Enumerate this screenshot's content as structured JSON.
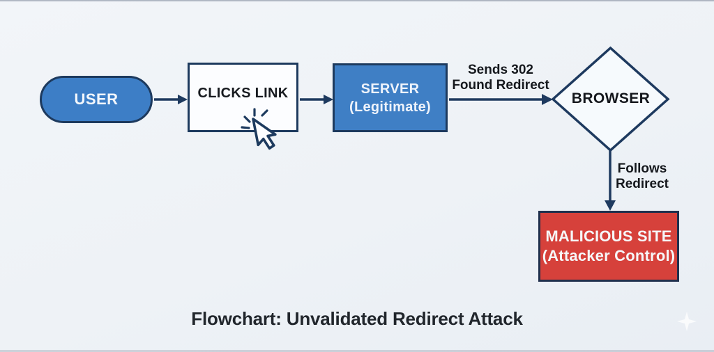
{
  "title": "Flowchart: Unvalidated Redirect Attack",
  "colors": {
    "background": "#eef2f6",
    "node_blue": "#3d7ec6",
    "node_red": "#d6413b",
    "outline_navy": "#1d3a5e",
    "text_light": "#f3f7fc",
    "text_dark": "#15181d"
  },
  "nodes": {
    "user": {
      "label": "USER",
      "shape": "pill"
    },
    "clicks_link": {
      "label": "CLICKS LINK",
      "shape": "rect"
    },
    "server": {
      "label": "SERVER",
      "sublabel": "(Legitimate)",
      "shape": "rect"
    },
    "browser": {
      "label": "BROWSER",
      "shape": "diamond"
    },
    "malicious_site": {
      "label": "MALICIOUS SITE",
      "sublabel": "(Attacker Control)",
      "shape": "rect"
    }
  },
  "edges": {
    "server_to_browser": {
      "line1": "Sends 302",
      "line2": "Found Redirect"
    },
    "browser_to_malicious": {
      "line1": "Follows",
      "line2": "Redirect"
    }
  },
  "icons": {
    "cursor_click": "cursor-click-icon",
    "sparkle": "sparkle-icon"
  }
}
